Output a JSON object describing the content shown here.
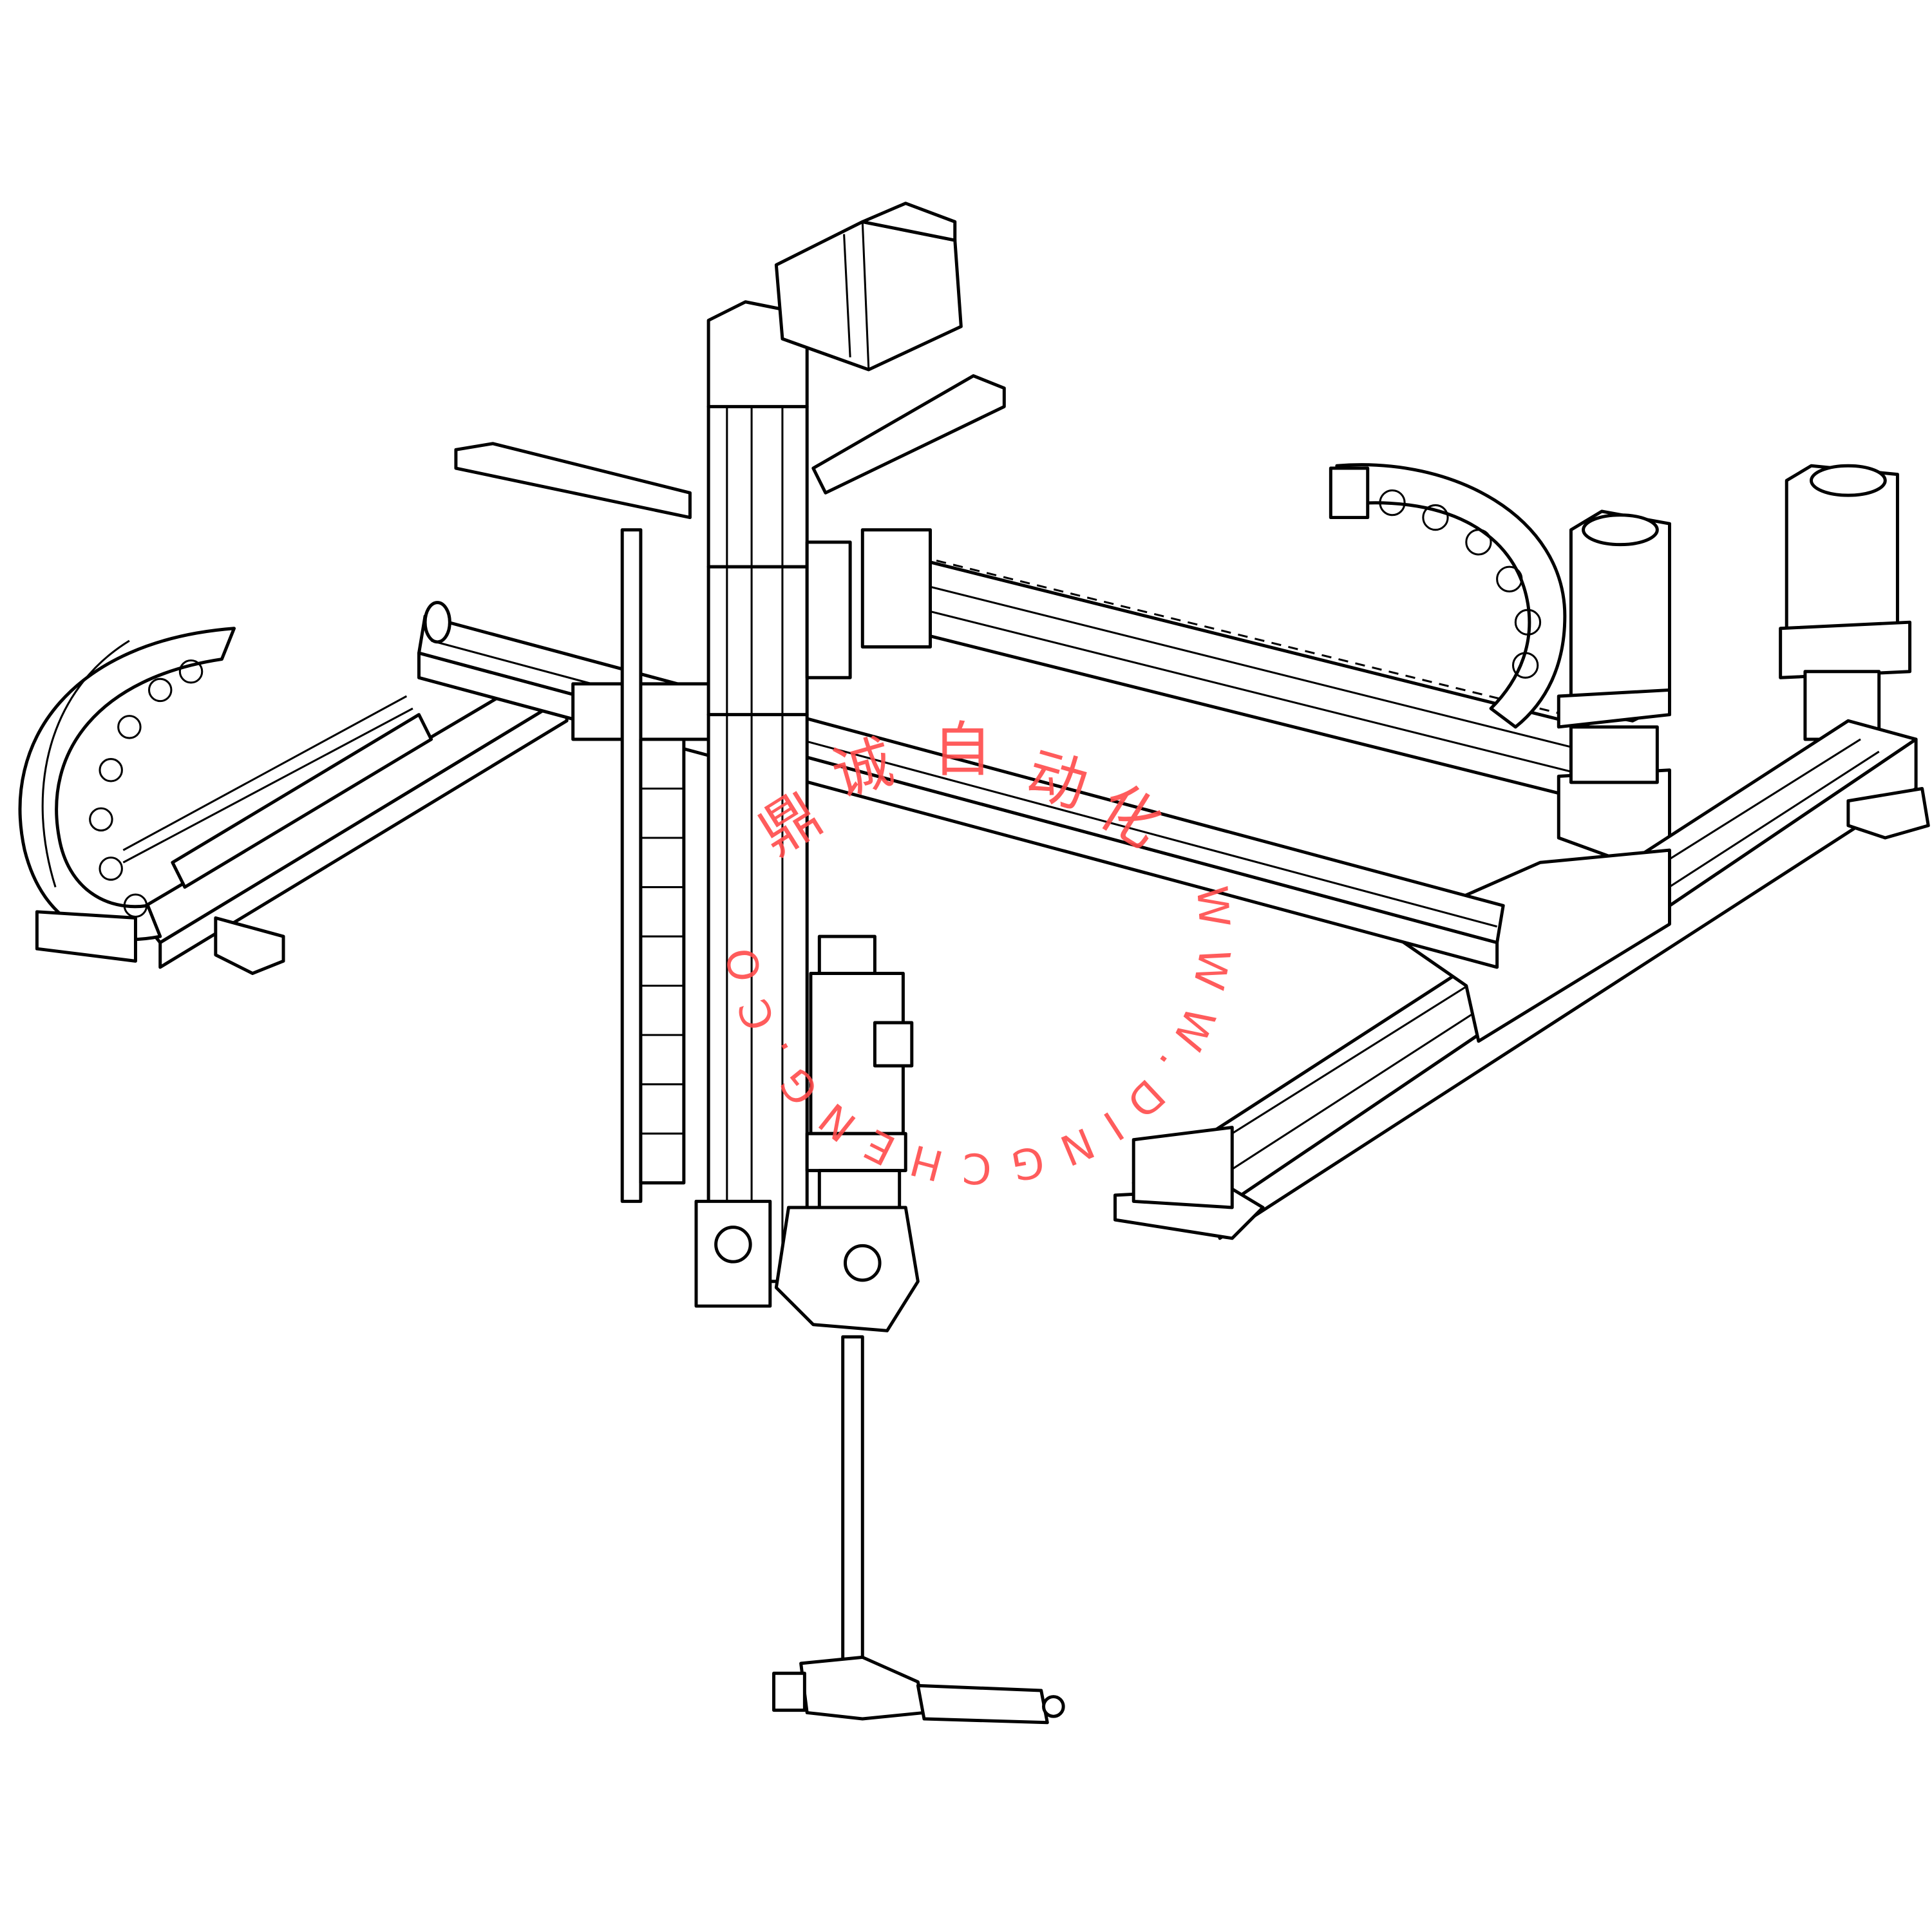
{
  "drawing": {
    "subject": "gantry-robot-isometric-line-drawing"
  },
  "watermark": {
    "brand_cn": "鼎诚自动化",
    "url": "WWW.DINGCHENG.COM",
    "color": "#ff4a4a"
  }
}
